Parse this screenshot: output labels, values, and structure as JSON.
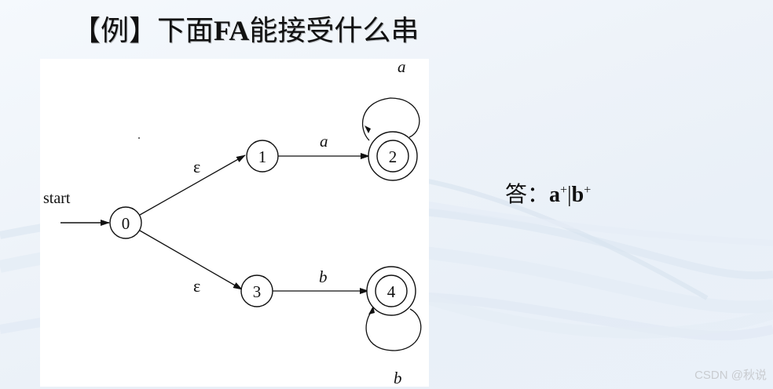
{
  "slide": {
    "title_prefix": "【例】",
    "title_zh_1": "下面",
    "title_latin": "FA",
    "title_zh_2": "能接受什么串"
  },
  "diagram": {
    "type": "NFA",
    "start_label": "start",
    "states": [
      {
        "id": "0",
        "label": "0",
        "accepting": false,
        "initial": true
      },
      {
        "id": "1",
        "label": "1",
        "accepting": false,
        "initial": false
      },
      {
        "id": "2",
        "label": "2",
        "accepting": true,
        "initial": false
      },
      {
        "id": "3",
        "label": "3",
        "accepting": false,
        "initial": false
      },
      {
        "id": "4",
        "label": "4",
        "accepting": true,
        "initial": false
      }
    ],
    "transitions": [
      {
        "from": "0",
        "to": "1",
        "label": "ε"
      },
      {
        "from": "0",
        "to": "3",
        "label": "ε"
      },
      {
        "from": "1",
        "to": "2",
        "label": "a"
      },
      {
        "from": "2",
        "to": "2",
        "label": "a"
      },
      {
        "from": "3",
        "to": "4",
        "label": "b"
      },
      {
        "from": "4",
        "to": "4",
        "label": "b"
      }
    ],
    "labels": {
      "eps_upper": "ε",
      "eps_lower": "ε",
      "edge_1_2": "a",
      "loop_2": "a",
      "edge_3_4": "b",
      "loop_4": "b"
    }
  },
  "answer": {
    "prefix": "答：",
    "a": "a",
    "plus1": "+",
    "bar": "|",
    "b": "b",
    "plus2": "+"
  },
  "watermark": "CSDN @秋说"
}
